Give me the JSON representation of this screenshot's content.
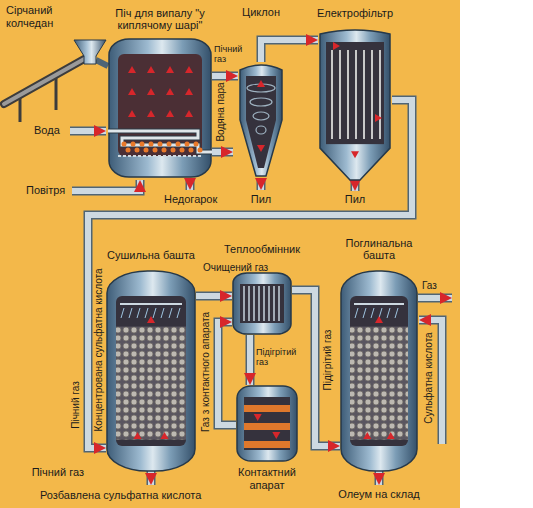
{
  "diagram": {
    "nodes": [
      {
        "text": [
          "Піч для випалу \"у киплячому шарі\""
        ]
      },
      {
        "text": [
          "Циклон"
        ]
      },
      {
        "text": [
          "Електрофільтр"
        ]
      },
      {
        "text": [
          "Сушильна башта"
        ]
      },
      {
        "text": [
          "Теплообмінник"
        ]
      },
      {
        "text": [
          "Контактний апарат"
        ]
      },
      {
        "text": [
          "Поглинальна башта"
        ]
      }
    ],
    "edges": [
      {
        "from": 0,
        "to": 1,
        "arrow": "to",
        "label": "Пічний газ"
      },
      {
        "from": 1,
        "to": 2,
        "arrow": "to"
      },
      {
        "from": 2,
        "to": 3,
        "arrow": "to",
        "label": "Пічний газ"
      },
      {
        "from": 3,
        "to": 4,
        "arrow": "to",
        "label": "Очищений газ"
      },
      {
        "from": 4,
        "to": 5,
        "arrow": "to",
        "label": "Підігрітий газ"
      },
      {
        "from": 5,
        "to": 4,
        "arrow": "to",
        "label": "Газ з контактного апарата"
      },
      {
        "from": 4,
        "to": 6,
        "arrow": "to",
        "label": "Підігрітий газ"
      }
    ],
    "labels": [
      "Сірчаний колчедан",
      "Вода",
      "Водяна пара",
      "Повітря",
      "Недогарок",
      "Пил",
      "Пил",
      "Концентрована сульфатна кислота",
      "Пічний газ",
      "Розбавлена сульфатна кислота",
      "Газ",
      "Сульфатна кислота",
      "Олеум на склад"
    ]
  }
}
